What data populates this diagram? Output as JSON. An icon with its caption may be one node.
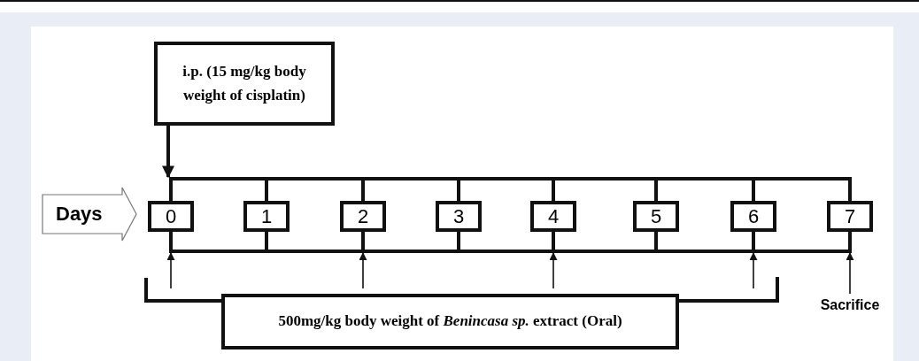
{
  "diagram": {
    "nodes": [
      {
        "text": [
          "i.p.  (15 mg/kg body weight of cisplatin)"
        ]
      },
      {
        "text": [
          "Days"
        ]
      },
      {
        "text": [
          "0"
        ]
      },
      {
        "text": [
          "1"
        ]
      },
      {
        "text": [
          "2"
        ]
      },
      {
        "text": [
          "3"
        ]
      },
      {
        "text": [
          "4"
        ]
      },
      {
        "text": [
          "5"
        ]
      },
      {
        "text": [
          "6"
        ]
      },
      {
        "text": [
          "7"
        ]
      },
      {
        "text": [
          "500mg/kg body weight of *Benincasa sp.* extract (Oral)"
        ]
      },
      {
        "text": [
          "Sacrifice"
        ]
      },
      {
        "text": [],
        "shape": "bar"
      },
      {
        "text": [],
        "shape": "bar"
      }
    ],
    "edges": [
      {
        "from": 0,
        "to": 12,
        "arrow": "to"
      },
      {
        "from": 10,
        "to": 13,
        "arrow": "to"
      },
      {
        "from": 10,
        "to": 13,
        "arrow": "to"
      },
      {
        "from": 10,
        "to": 13,
        "arrow": "to"
      },
      {
        "from": 10,
        "to": 13,
        "arrow": "to"
      },
      {
        "from": 11,
        "to": 13,
        "arrow": "to"
      },
      {
        "from": 12,
        "to": 2,
        "arrow": "none"
      },
      {
        "from": 12,
        "to": 3,
        "arrow": "none"
      },
      {
        "from": 12,
        "to": 4,
        "arrow": "none"
      },
      {
        "from": 12,
        "to": 5,
        "arrow": "none"
      },
      {
        "from": 12,
        "to": 6,
        "arrow": "none"
      },
      {
        "from": 12,
        "to": 7,
        "arrow": "none"
      },
      {
        "from": 12,
        "to": 8,
        "arrow": "none"
      },
      {
        "from": 12,
        "to": 9,
        "arrow": "none"
      },
      {
        "from": 2,
        "to": 13,
        "arrow": "none"
      },
      {
        "from": 3,
        "to": 13,
        "arrow": "none"
      },
      {
        "from": 4,
        "to": 13,
        "arrow": "none"
      },
      {
        "from": 5,
        "to": 13,
        "arrow": "none"
      },
      {
        "from": 6,
        "to": 13,
        "arrow": "none"
      },
      {
        "from": 7,
        "to": 13,
        "arrow": "none"
      },
      {
        "from": 8,
        "to": 13,
        "arrow": "none"
      },
      {
        "from": 9,
        "to": 13,
        "arrow": "none"
      }
    ]
  }
}
